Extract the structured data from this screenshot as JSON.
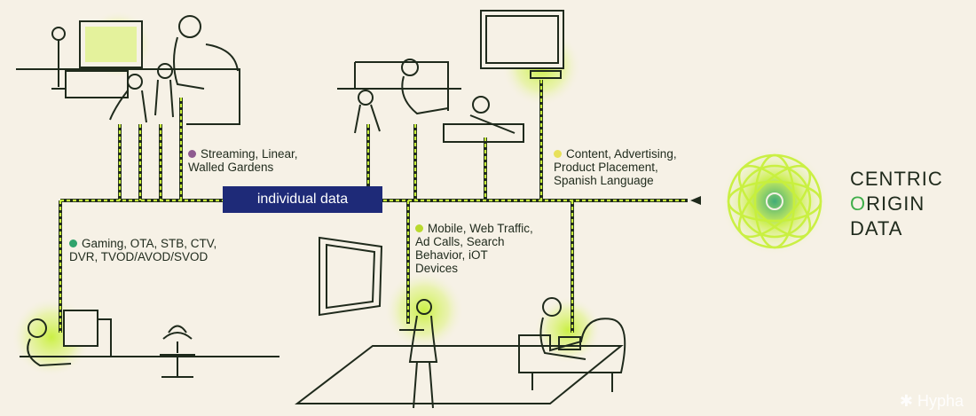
{
  "center_label": "individual data",
  "labels": {
    "streaming": {
      "lines": [
        "Streaming, Linear,",
        "Walled Gardens"
      ],
      "dot_color": "#8e5a8f"
    },
    "content": {
      "lines": [
        "Content, Advertising,",
        "Product Placement,",
        "Spanish Language"
      ],
      "dot_color": "#e8e15a"
    },
    "gaming": {
      "lines": [
        "Gaming, OTA, STB, CTV,",
        "DVR, TVOD/AVOD/SVOD"
      ],
      "dot_color": "#2fa36b"
    },
    "mobile": {
      "lines": [
        "Mobile, Web Traffic,",
        "Ad Calls, Search",
        "Behavior,  iOT",
        "Devices"
      ],
      "dot_color": "#b9d92e"
    }
  },
  "brand": {
    "line1": "CENTRIC",
    "line2_o": "O",
    "line2_rest": "RIGIN",
    "line3": "DATA"
  },
  "watermark": "Hypha",
  "watermark_icon": "asterisk-icon",
  "colors": {
    "background": "#f6f1e6",
    "line": "#1f2a1c",
    "glow": "#c8f03c",
    "bar": "#1e2a78",
    "brand_o": "#3fae4a"
  }
}
